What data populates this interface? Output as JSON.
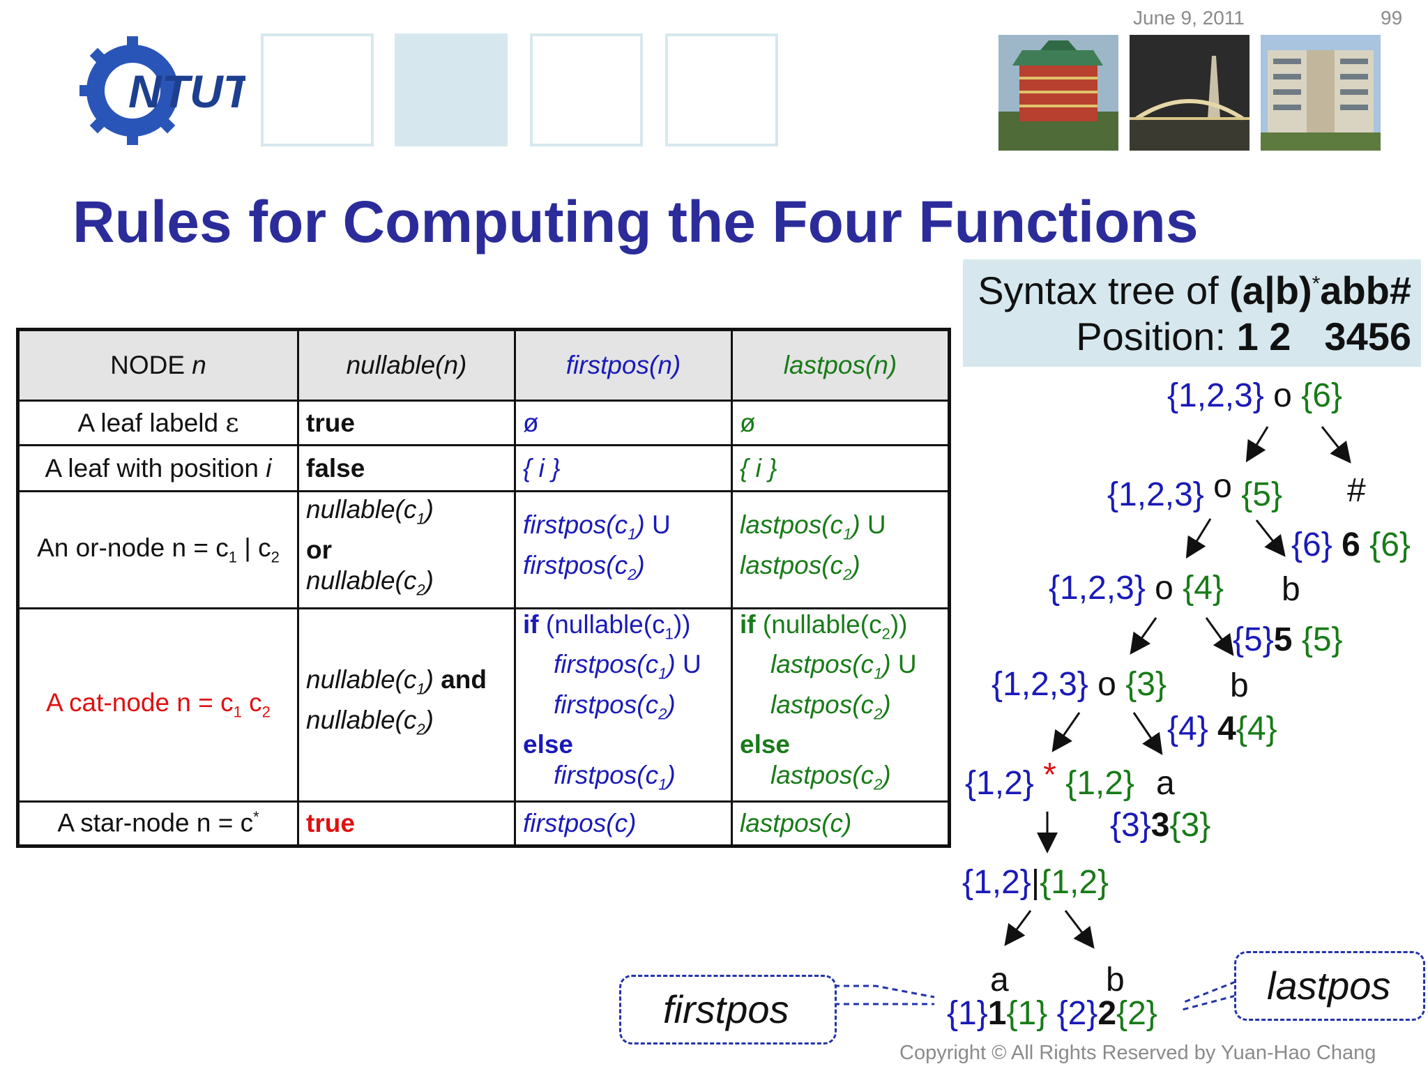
{
  "header": {
    "date": "June 9, 2011",
    "page_number": "99",
    "logo_text": "NTUT"
  },
  "title": "Rules for Computing the Four Functions",
  "syntax_box": {
    "line1_prefix": "Syntax tree of ",
    "regex": "(a|b)",
    "star": "*",
    "regex_tail": "abb#",
    "line2_prefix": "Position: ",
    "positions_a": "1 2",
    "positions_b": "3456"
  },
  "table": {
    "headers": {
      "node_prefix": "NODE ",
      "node_var": "n",
      "nullable": "nullable(n)",
      "firstpos": "firstpos(n)",
      "lastpos": "lastpos(n)"
    },
    "row_epsilon": {
      "node_prefix": "A leaf labeld ",
      "node_symbol": "ε",
      "nullable": "true",
      "firstpos": "ø",
      "lastpos": "ø"
    },
    "row_leaf": {
      "node_prefix": "A leaf with position ",
      "node_var": "i",
      "nullable": "false",
      "firstpos": "{ i }",
      "lastpos": "{ i }"
    },
    "row_or": {
      "node_text": "An or-node n = c",
      "node_sub1": "1",
      "node_mid": " | c",
      "node_sub2": "2",
      "nullable_l1": "nullable(c",
      "nullable_l1_sub": "1",
      "or": "or",
      "nullable_l3": "nullable(c",
      "nullable_l3_sub": "2",
      "first_l1": "firstpos(c",
      "first_l1_sub": "1",
      "union": "U",
      "first_l2": "firstpos(c",
      "first_l2_sub": "2",
      "last_l1": "lastpos(c",
      "last_l1_sub": "1",
      "last_l2": "lastpos(c",
      "last_l2_sub": "2"
    },
    "row_cat": {
      "node_text": "A cat-node n = c",
      "node_sub1": "1",
      "node_mid": " c",
      "node_sub2": "2",
      "nullable_l1": "nullable(c",
      "nullable_l1_sub": "1",
      "and": "and",
      "nullable_l2": "nullable(c",
      "nullable_l2_sub": "2",
      "if": "if",
      "else": "else",
      "first_cond": " (nullable(c",
      "first_cond_sub": "1",
      "first_a": "firstpos(c",
      "first_a_sub": "1",
      "union": "U",
      "first_b": "firstpos(c",
      "first_b_sub": "2",
      "first_else": "firstpos(c",
      "first_else_sub": "1",
      "last_cond": " (nullable(c",
      "last_cond_sub": "2",
      "last_a": "lastpos(c",
      "last_a_sub": "1",
      "last_b": "lastpos(c",
      "last_b_sub": "2",
      "last_else": "lastpos(c",
      "last_else_sub": "2"
    },
    "row_star": {
      "node_text": "A star-node n = c",
      "node_sup": "*",
      "nullable": "true",
      "firstpos": "firstpos(c)",
      "lastpos": "lastpos(c)"
    }
  },
  "tree": {
    "n1": {
      "first": "{1,2,3}",
      "op": "o",
      "last": "{6}"
    },
    "n2": {
      "first": "{1,2,3}",
      "op": "o",
      "last": "{5}"
    },
    "hash": {
      "label": "#",
      "first": "{6}",
      "pos": "6",
      "last": "{6}"
    },
    "n3": {
      "first": "{1,2,3}",
      "op": "o",
      "last": "{4}"
    },
    "b5": {
      "label": "b",
      "first": "{5}",
      "pos": "5",
      "last": "{5}"
    },
    "n4": {
      "first": "{1,2,3}",
      "op": "o",
      "last": "{3}"
    },
    "b4": {
      "label": "b",
      "first": "{4}",
      "pos": "4",
      "last": "{4}"
    },
    "star": {
      "first": "{1,2}",
      "op": "*",
      "last": "{1,2}"
    },
    "a3": {
      "label": "a",
      "first": "{3}",
      "pos": "3",
      "last": "{3}"
    },
    "or": {
      "first": "{1,2}",
      "op": "|",
      "last": "{1,2}"
    },
    "a1": {
      "label": "a",
      "first": "{1}",
      "pos": "1",
      "last": "{1}"
    },
    "b2": {
      "label": "b",
      "first": "{2}",
      "pos": "2",
      "last": "{2}"
    }
  },
  "callouts": {
    "firstpos": "firstpos",
    "lastpos": "lastpos"
  },
  "footer": "Copyright © All Rights Reserved by Yuan-Hao Chang",
  "colors": {
    "title": "#2b2c9a",
    "firstpos": "#1a1ab8",
    "lastpos": "#187b18",
    "highlight": "#e01010",
    "box": "#d6e8ee"
  }
}
